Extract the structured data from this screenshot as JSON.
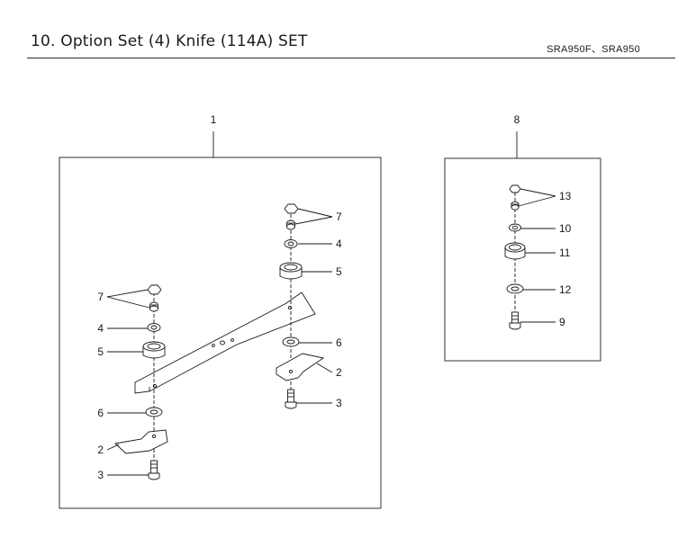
{
  "header": {
    "title": "10. Option Set (4) Knife (114A) SET",
    "models": "SRA950F、SRA950"
  },
  "diagram": {
    "left_set": {
      "set_number": "1",
      "callouts": {
        "bolt_nuts_right": "7",
        "washer_right": "4",
        "holder_right": "5",
        "spacer_right": "6",
        "blade_right": "2",
        "screw_right": "3",
        "bolt_nuts_left": "7",
        "washer_left": "4",
        "holder_left": "5",
        "spacer_left": "6",
        "blade_left": "2",
        "screw_left": "3"
      }
    },
    "right_set": {
      "set_number": "8",
      "callouts": {
        "bolt_nuts": "13",
        "washer": "10",
        "holder": "11",
        "spacer": "12",
        "screw": "9"
      }
    }
  }
}
